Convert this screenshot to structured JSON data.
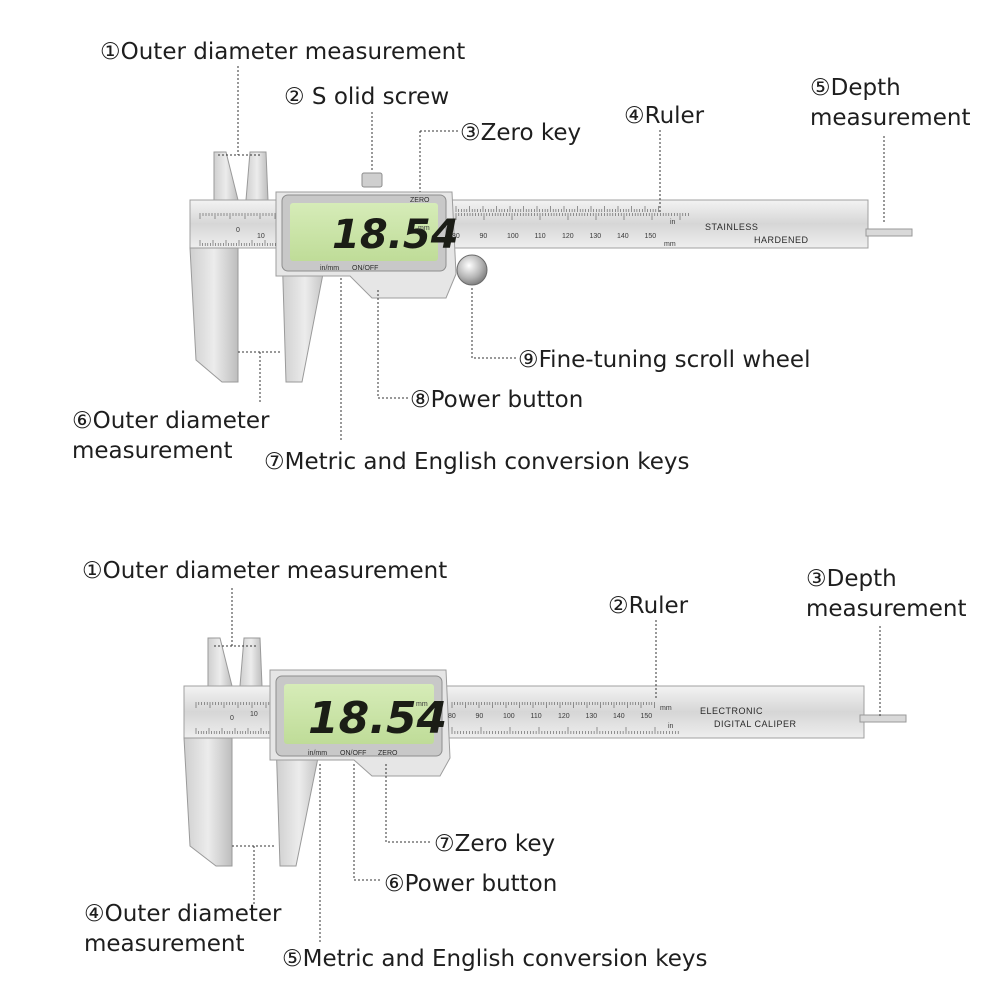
{
  "diagram_top": {
    "display": {
      "reading": "18.54",
      "unit": "mm"
    },
    "body_keys": {
      "zero": "ZERO",
      "inmm": "in/mm",
      "onoff": "ON/OFF"
    },
    "scale": {
      "upper_unit": "in",
      "lower_unit": "mm",
      "lower_ticks": [
        "0",
        "10"
      ],
      "upper_ticks": [
        "80",
        "90",
        "100",
        "110",
        "120",
        "130",
        "140",
        "150"
      ]
    },
    "beam_text": [
      "STAINLESS",
      "HARDENED"
    ],
    "callouts": {
      "c1": "①Outer diameter measurement",
      "c2": "② S olid screw",
      "c3": "③Zero key",
      "c4": "④Ruler",
      "c5a": "⑤Depth",
      "c5b": "measurement",
      "c6a": "⑥Outer diameter",
      "c6b": "measurement",
      "c7": "⑦Metric and English conversion keys",
      "c8": "⑧Power button",
      "c9": "⑨Fine-tuning scroll wheel"
    }
  },
  "diagram_bottom": {
    "display": {
      "reading": "18.54",
      "unit": "mm"
    },
    "body_keys": {
      "inmm": "in/mm",
      "onoff": "ON/OFF",
      "zero": "ZERO"
    },
    "scale": {
      "upper_unit": "mm",
      "lower_unit": "in",
      "lower_ticks": [
        "0",
        "10"
      ],
      "upper_ticks": [
        "80",
        "90",
        "100",
        "110",
        "120",
        "130",
        "140",
        "150"
      ]
    },
    "beam_text": [
      "ELECTRONIC",
      "DIGITAL CALIPER"
    ],
    "callouts": {
      "c1": "①Outer diameter measurement",
      "c2": "②Ruler",
      "c3a": "③Depth",
      "c3b": "measurement",
      "c4a": "④Outer diameter",
      "c4b": "measurement",
      "c5": "⑤Metric and English conversion keys",
      "c6": "⑥Power button",
      "c7": "⑦Zero key"
    }
  }
}
